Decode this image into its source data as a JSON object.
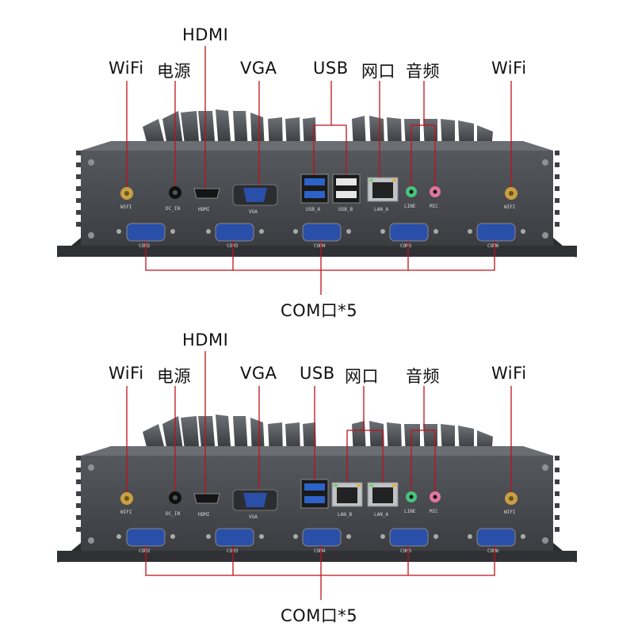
{
  "top": {
    "labels": {
      "hdmi": "HDMI",
      "wifi_left": "WiFi",
      "power": "电源",
      "vga": "VGA",
      "usb": "USB",
      "lan": "网口",
      "audio": "音频",
      "wifi_right": "WiFi",
      "com": "COM口*5"
    },
    "ports": {
      "wifi_l": "WIFI",
      "dc": "DC_IN",
      "hdmi": "HDMI",
      "vga": "VGA",
      "usb_a": "USB_A",
      "usb_b": "USB_B",
      "lan_a": "LAN_A",
      "line": "LINE",
      "mic": "MIC",
      "wifi_r": "WIFI",
      "com2": "COM2",
      "com3": "COM3",
      "com4": "COM4",
      "com5": "COM5",
      "com6": "COM6"
    }
  },
  "bottom": {
    "labels": {
      "hdmi": "HDMI",
      "wifi_left": "WiFi",
      "power": "电源",
      "vga": "VGA",
      "usb": "USB",
      "lan": "网口",
      "audio": "音频",
      "wifi_right": "WiFi",
      "com": "COM口*5"
    },
    "ports": {
      "wifi_l": "WIFI",
      "dc": "DC_IN",
      "hdmi": "HDMI",
      "vga": "VGA",
      "lan_b": "LAN_B",
      "lan_a": "LAN_A",
      "line": "LINE",
      "mic": "MIC",
      "wifi_r": "WIFI",
      "com2": "COM2",
      "com3": "COM3",
      "com4": "COM4",
      "com5": "COM5",
      "com6": "COM6"
    }
  },
  "colors": {
    "leader_line": "#c0121b",
    "chassis": "#4a4d52",
    "line_port": "#49c27a",
    "mic_port": "#e075a4"
  }
}
